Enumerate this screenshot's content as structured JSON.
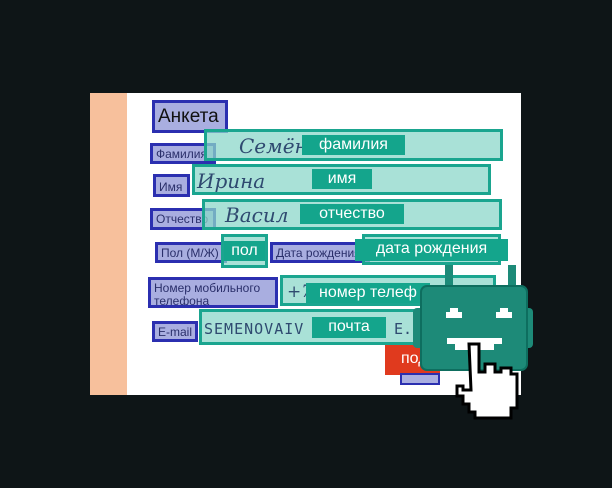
{
  "form": {
    "title": "Анкета",
    "labels": {
      "surname": "Фамилия",
      "name": "Имя",
      "patronymic": "Отчество",
      "gender": "Пол (М/Ж)",
      "birthdate": "Дата рождения",
      "phone": "Номер мобильного телефона",
      "email": "E-mail"
    },
    "values": {
      "surname": "Семён",
      "name": "Ирина",
      "patronymic": "Васил",
      "phone": "+7",
      "email": "SEMENOVAIV",
      "email_end": "E.R"
    },
    "submit": "под"
  },
  "annotations": {
    "surname": "фамилия",
    "name": "имя",
    "patronymic": "отчество",
    "gender": "пол",
    "birthdate": "дата рождения",
    "phone": "номер телеф",
    "email": "почта"
  },
  "colors": {
    "label_border": "#2b2fb0",
    "annotation": "#14a58c",
    "robot": "#1d8a78",
    "submit": "#e03a1e"
  }
}
